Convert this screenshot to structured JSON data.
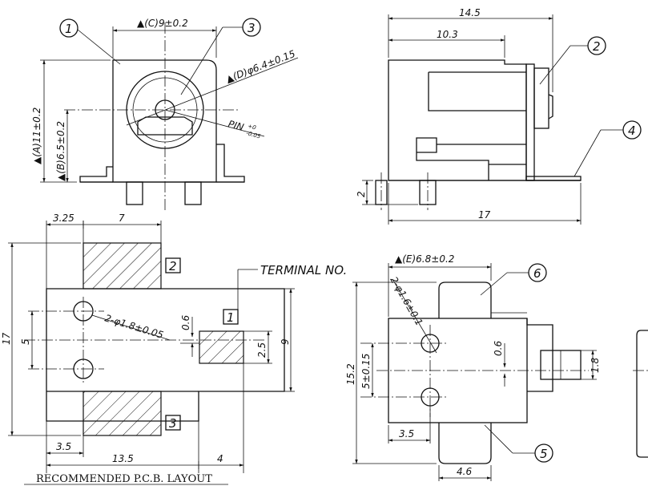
{
  "callouts": {
    "c1": "1",
    "c2": "2",
    "c3": "3",
    "c4": "4",
    "c5": "5",
    "c6": "6"
  },
  "front_view": {
    "dim_C": "▲(C)9±0.2",
    "dim_A": "▲(A)11±0.2",
    "dim_B": "▲(B)6.5±0.2",
    "dim_D": "▲(D)φ6.4±0.15",
    "pin_label": "PIN",
    "pin_tol_plus": "+0",
    "pin_tol_minus": "-0.05"
  },
  "side_view": {
    "dim_14_5": "14.5",
    "dim_10_3": "10.3",
    "dim_2": "2",
    "dim_17": "17"
  },
  "pcb_layout": {
    "dim_3_25": "3.25",
    "dim_7": "7",
    "dim_17": "17",
    "dim_5": "5",
    "hole_dim": "2-φ1.8±0.05",
    "dim_0_6": "0.6",
    "dim_2_5": "2.5",
    "dim_9": "9",
    "dim_3_5": "3.5",
    "dim_13_5": "13.5",
    "dim_4": "4",
    "terminal_label": "TERMINAL NO.",
    "term_1": "1",
    "term_2": "2",
    "term_3": "3",
    "caption": "RECOMMENDED P.C.B. LAYOUT"
  },
  "bottom_view": {
    "dim_E": "▲(E)6.8±0.2",
    "hole_dim": "2-φ1.6±0.1",
    "dim_0_6": "0.6",
    "dim_15_2": "15.2",
    "dim_5": "5±0.15",
    "dim_1_8": "1.8",
    "dim_3_5": "3.5",
    "dim_4_6": "4.6"
  }
}
